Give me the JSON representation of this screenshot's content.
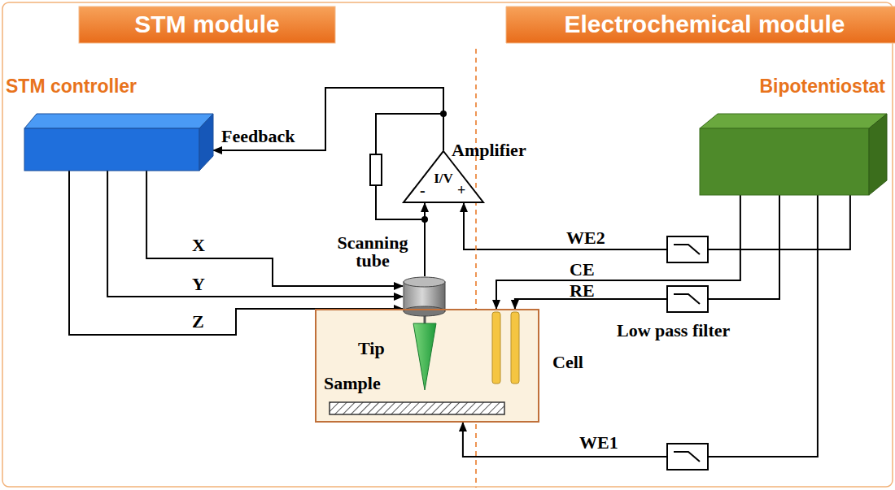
{
  "diagram": {
    "nodes": [
      {
        "text": [
          "STM module"
        ]
      },
      {
        "text": [
          "Electrochemical module"
        ]
      },
      {
        "text": [
          "STM controller"
        ]
      },
      {
        "text": [
          "Bipotentiostat"
        ]
      },
      {
        "text": [
          "Amplifier",
          "I/V",
          "-",
          "+"
        ]
      },
      {
        "text": [
          "Scanning tube"
        ]
      },
      {
        "text": [
          "Cell"
        ]
      }
    ],
    "edges": [
      {
        "from": 2,
        "to": 5,
        "label": "X",
        "arrow": "to"
      },
      {
        "from": 2,
        "to": 5,
        "label": "Y",
        "arrow": "to"
      },
      {
        "from": 2,
        "to": 5,
        "label": "Z",
        "arrow": "to"
      },
      {
        "from": 4,
        "to": 2,
        "label": "Feedback",
        "arrow": "to"
      },
      {
        "from": 5,
        "to": 4,
        "arrow": "to"
      },
      {
        "from": 3,
        "to": 4,
        "label": "WE2",
        "arrow": "to"
      },
      {
        "from": 3,
        "to": 6,
        "label": "CE",
        "arrow": "to"
      },
      {
        "from": 3,
        "to": 6,
        "label": "RE",
        "arrow": "to"
      },
      {
        "from": 3,
        "to": 6,
        "label": "WE1",
        "arrow": "to"
      }
    ],
    "labels": [
      "Tip",
      "Sample",
      "Low pass filter"
    ]
  }
}
